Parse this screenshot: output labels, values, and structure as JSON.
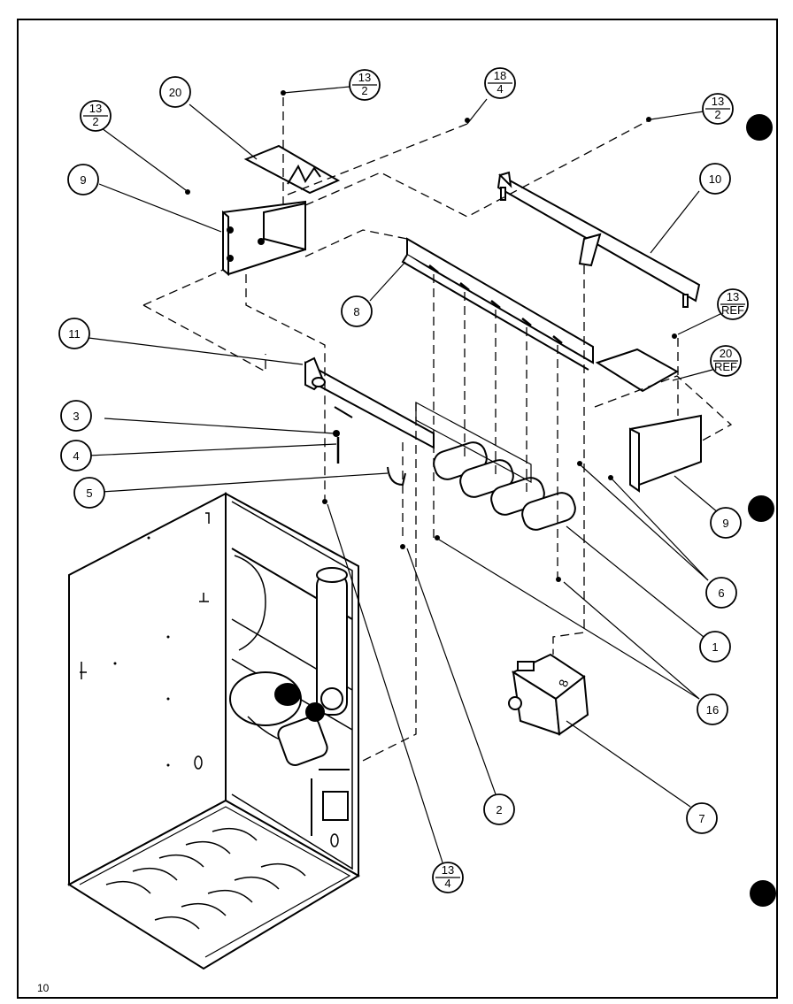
{
  "diagram": {
    "callouts": [
      {
        "id": "c20",
        "label": "20"
      },
      {
        "id": "c13a",
        "top": "13",
        "bottom": "2"
      },
      {
        "id": "c18",
        "top": "18",
        "bottom": "4"
      },
      {
        "id": "c13b",
        "top": "13",
        "bottom": "2"
      },
      {
        "id": "c13c",
        "top": "13",
        "bottom": "2"
      },
      {
        "id": "c9a",
        "label": "9"
      },
      {
        "id": "c10",
        "label": "10"
      },
      {
        "id": "c8",
        "label": "8"
      },
      {
        "id": "c13ref",
        "top": "13",
        "bottom": "REF"
      },
      {
        "id": "c20ref",
        "top": "20",
        "bottom": "REF"
      },
      {
        "id": "c11",
        "label": "11"
      },
      {
        "id": "c3",
        "label": "3"
      },
      {
        "id": "c4",
        "label": "4"
      },
      {
        "id": "c5",
        "label": "5"
      },
      {
        "id": "c9b",
        "label": "9"
      },
      {
        "id": "c6",
        "label": "6"
      },
      {
        "id": "c1",
        "label": "1"
      },
      {
        "id": "c16",
        "label": "16"
      },
      {
        "id": "c7",
        "label": "7"
      },
      {
        "id": "c2",
        "label": "2"
      },
      {
        "id": "c13d",
        "top": "13",
        "bottom": "4"
      }
    ],
    "page_number": "10"
  }
}
